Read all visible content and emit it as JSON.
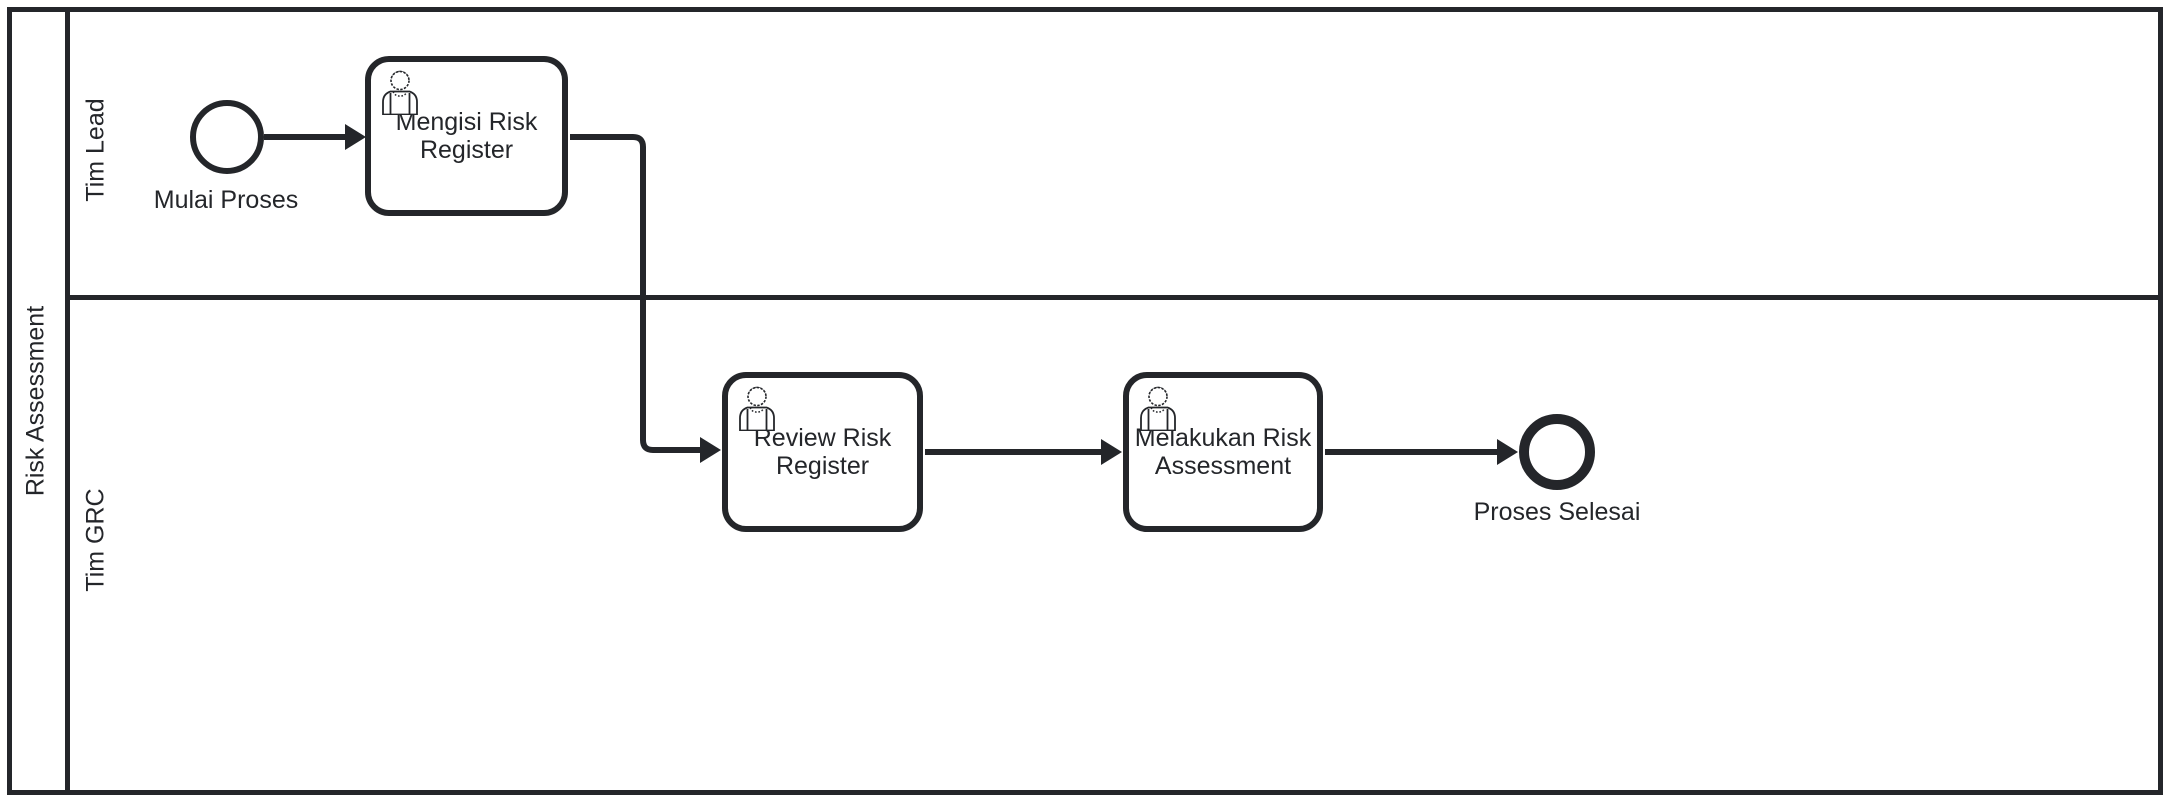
{
  "pool": {
    "label": "Risk Assessment",
    "lanes": [
      {
        "label": "Tim Lead"
      },
      {
        "label": "Tim GRC"
      }
    ]
  },
  "nodes": {
    "start_event": {
      "type": "start-event",
      "label": "Mulai Proses"
    },
    "task_mengisi": {
      "type": "user-task",
      "icon": "user-icon",
      "label": "Mengisi Risk Register"
    },
    "task_review": {
      "type": "user-task",
      "icon": "user-icon",
      "label": "Review Risk Register"
    },
    "task_melakukan": {
      "type": "user-task",
      "icon": "user-icon",
      "label": "Melakukan Risk Assessment"
    },
    "end_event": {
      "type": "end-event",
      "label": "Proses Selesai"
    }
  },
  "flows": [
    {
      "from": "Mulai Proses",
      "to": "Mengisi Risk Register"
    },
    {
      "from": "Mengisi Risk Register",
      "to": "Review Risk Register"
    },
    {
      "from": "Review Risk Register",
      "to": "Melakukan Risk Assessment"
    },
    {
      "from": "Melakukan Risk Assessment",
      "to": "Proses Selesai"
    }
  ],
  "colors": {
    "stroke": "#24262a",
    "background": "#ffffff"
  }
}
